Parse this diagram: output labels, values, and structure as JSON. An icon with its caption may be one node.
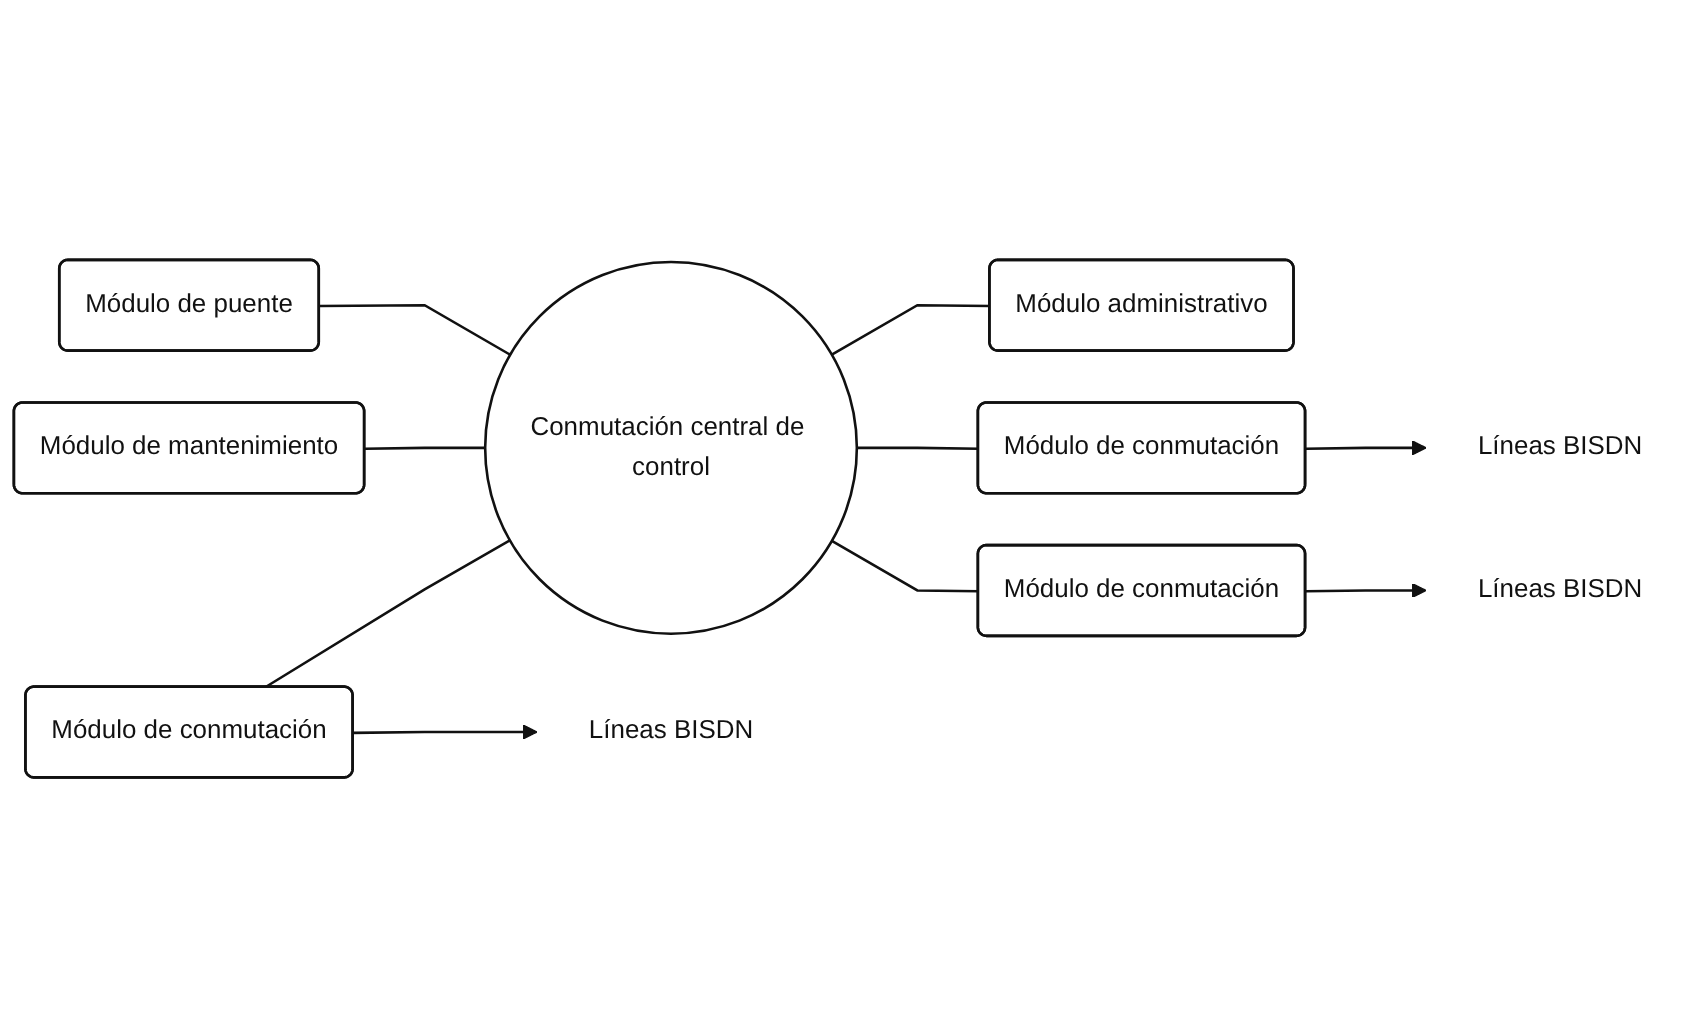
{
  "diagram": {
    "nodes": [
      {
        "text": [
          "Módulo de conmutación"
        ]
      },
      {
        "text": [
          "Módulo administrativo"
        ]
      },
      {
        "text": [
          "Módulo de mantenimiento"
        ]
      },
      {
        "text": [
          "Conmutación central de control"
        ]
      },
      {
        "text": [
          "Módulo de conmutación"
        ]
      },
      {
        "text": [
          "Módulo de puente"
        ]
      },
      {
        "text": [
          "Módulo de conmutación"
        ]
      },
      {
        "text": [
          "Líneas BISDN"
        ]
      },
      {
        "text": [
          "Líneas BISDN"
        ]
      },
      {
        "text": [
          "Líneas BISDN"
        ]
      }
    ],
    "edges": [
      {
        "from": 0,
        "to": 3,
        "arrow": "none"
      },
      {
        "from": 1,
        "to": 3,
        "arrow": "none"
      },
      {
        "from": 2,
        "to": 3,
        "arrow": "none"
      },
      {
        "from": 3,
        "to": 4,
        "arrow": "none"
      },
      {
        "from": 5,
        "to": 3,
        "arrow": "none"
      },
      {
        "from": 3,
        "to": 6,
        "arrow": "none"
      },
      {
        "from": 0,
        "to": 7,
        "arrow": "to"
      },
      {
        "from": 4,
        "to": 8,
        "arrow": "to"
      },
      {
        "from": 6,
        "to": 9,
        "arrow": "to"
      }
    ]
  }
}
